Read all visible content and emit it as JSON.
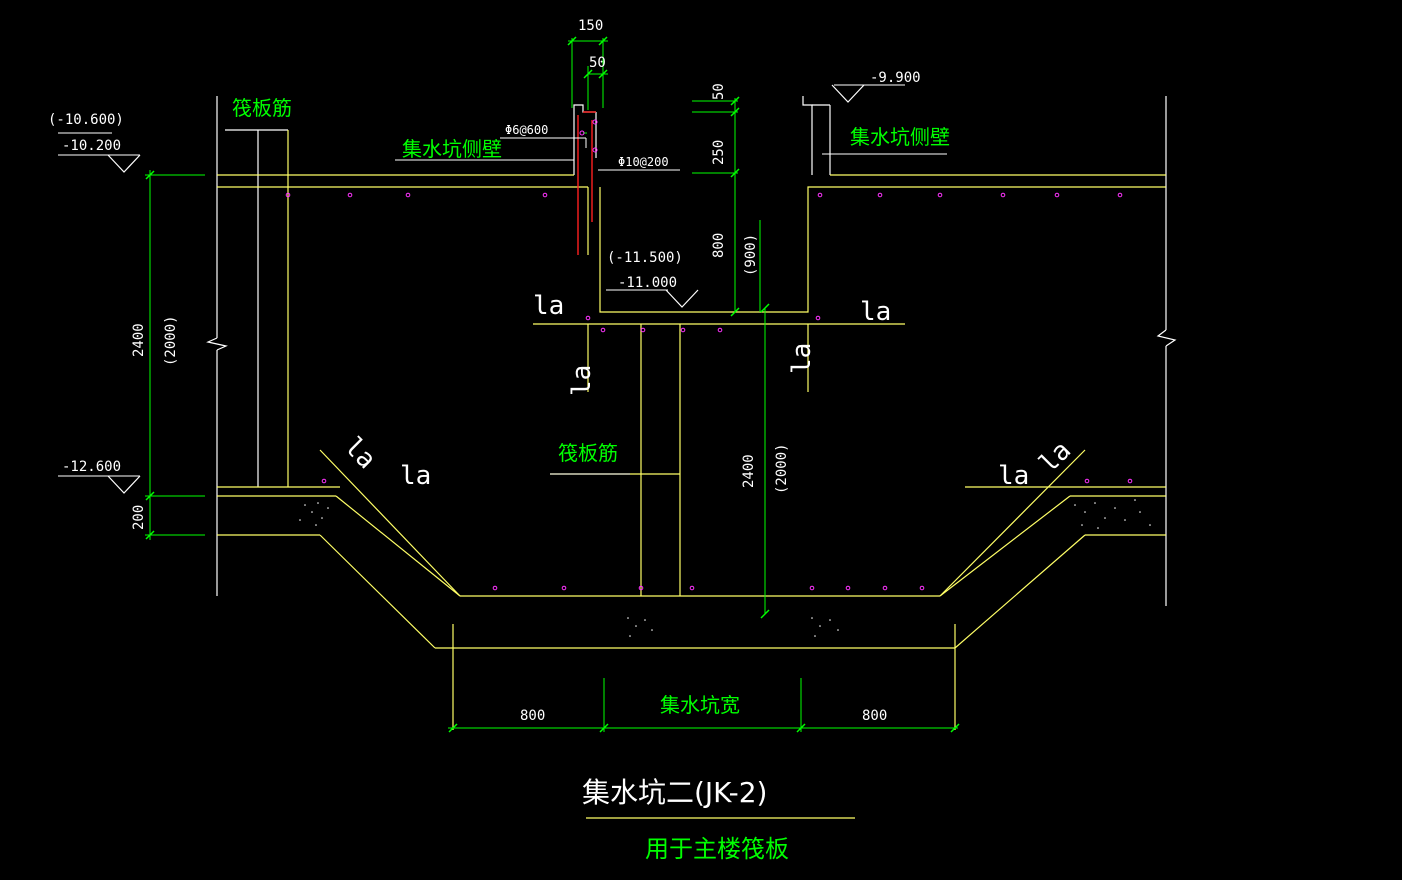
{
  "colors": {
    "background": "#000000",
    "white": "#ffffff",
    "yellow": "#ffff66",
    "green": "#00ff00",
    "red": "#ff2020",
    "magenta": "#ff33ff"
  },
  "dims": {
    "top_150": "150",
    "top_50": "50",
    "right_50": "50",
    "d_250": "250",
    "d_800": "800",
    "d_900": "(900)",
    "left_2400": "2400",
    "left_2000": "(2000)",
    "left_200": "200",
    "mid_2400": "2400",
    "mid_2000": "(2000)",
    "bottom_800_left": "800",
    "bottom_800_right": "800",
    "bottom_pit_width": "集水坑宽"
  },
  "elevations": {
    "e_10600": "(-10.600)",
    "e_10200": "-10.200",
    "e_12600": "-12.600",
    "e_11500": "(-11.500)",
    "e_11000": "-11.000",
    "e_9900": "-9.900"
  },
  "labels": {
    "raft_rebar_left": "筏板筋",
    "raft_rebar_mid": "筏板筋",
    "pit_side_wall_left": "集水坑侧壁",
    "pit_side_wall_right": "集水坑侧壁",
    "rebar_6_600": "Φ6@600",
    "rebar_10_200": "Φ10@200",
    "la_1": "la",
    "la_2": "la",
    "la_3": "la",
    "la_4": "la",
    "la_5": "la",
    "la_6": "la",
    "la_7": "la",
    "la_8": "la"
  },
  "title": {
    "main": "集水坑二(JK-2)",
    "sub": "用于主楼筏板"
  }
}
